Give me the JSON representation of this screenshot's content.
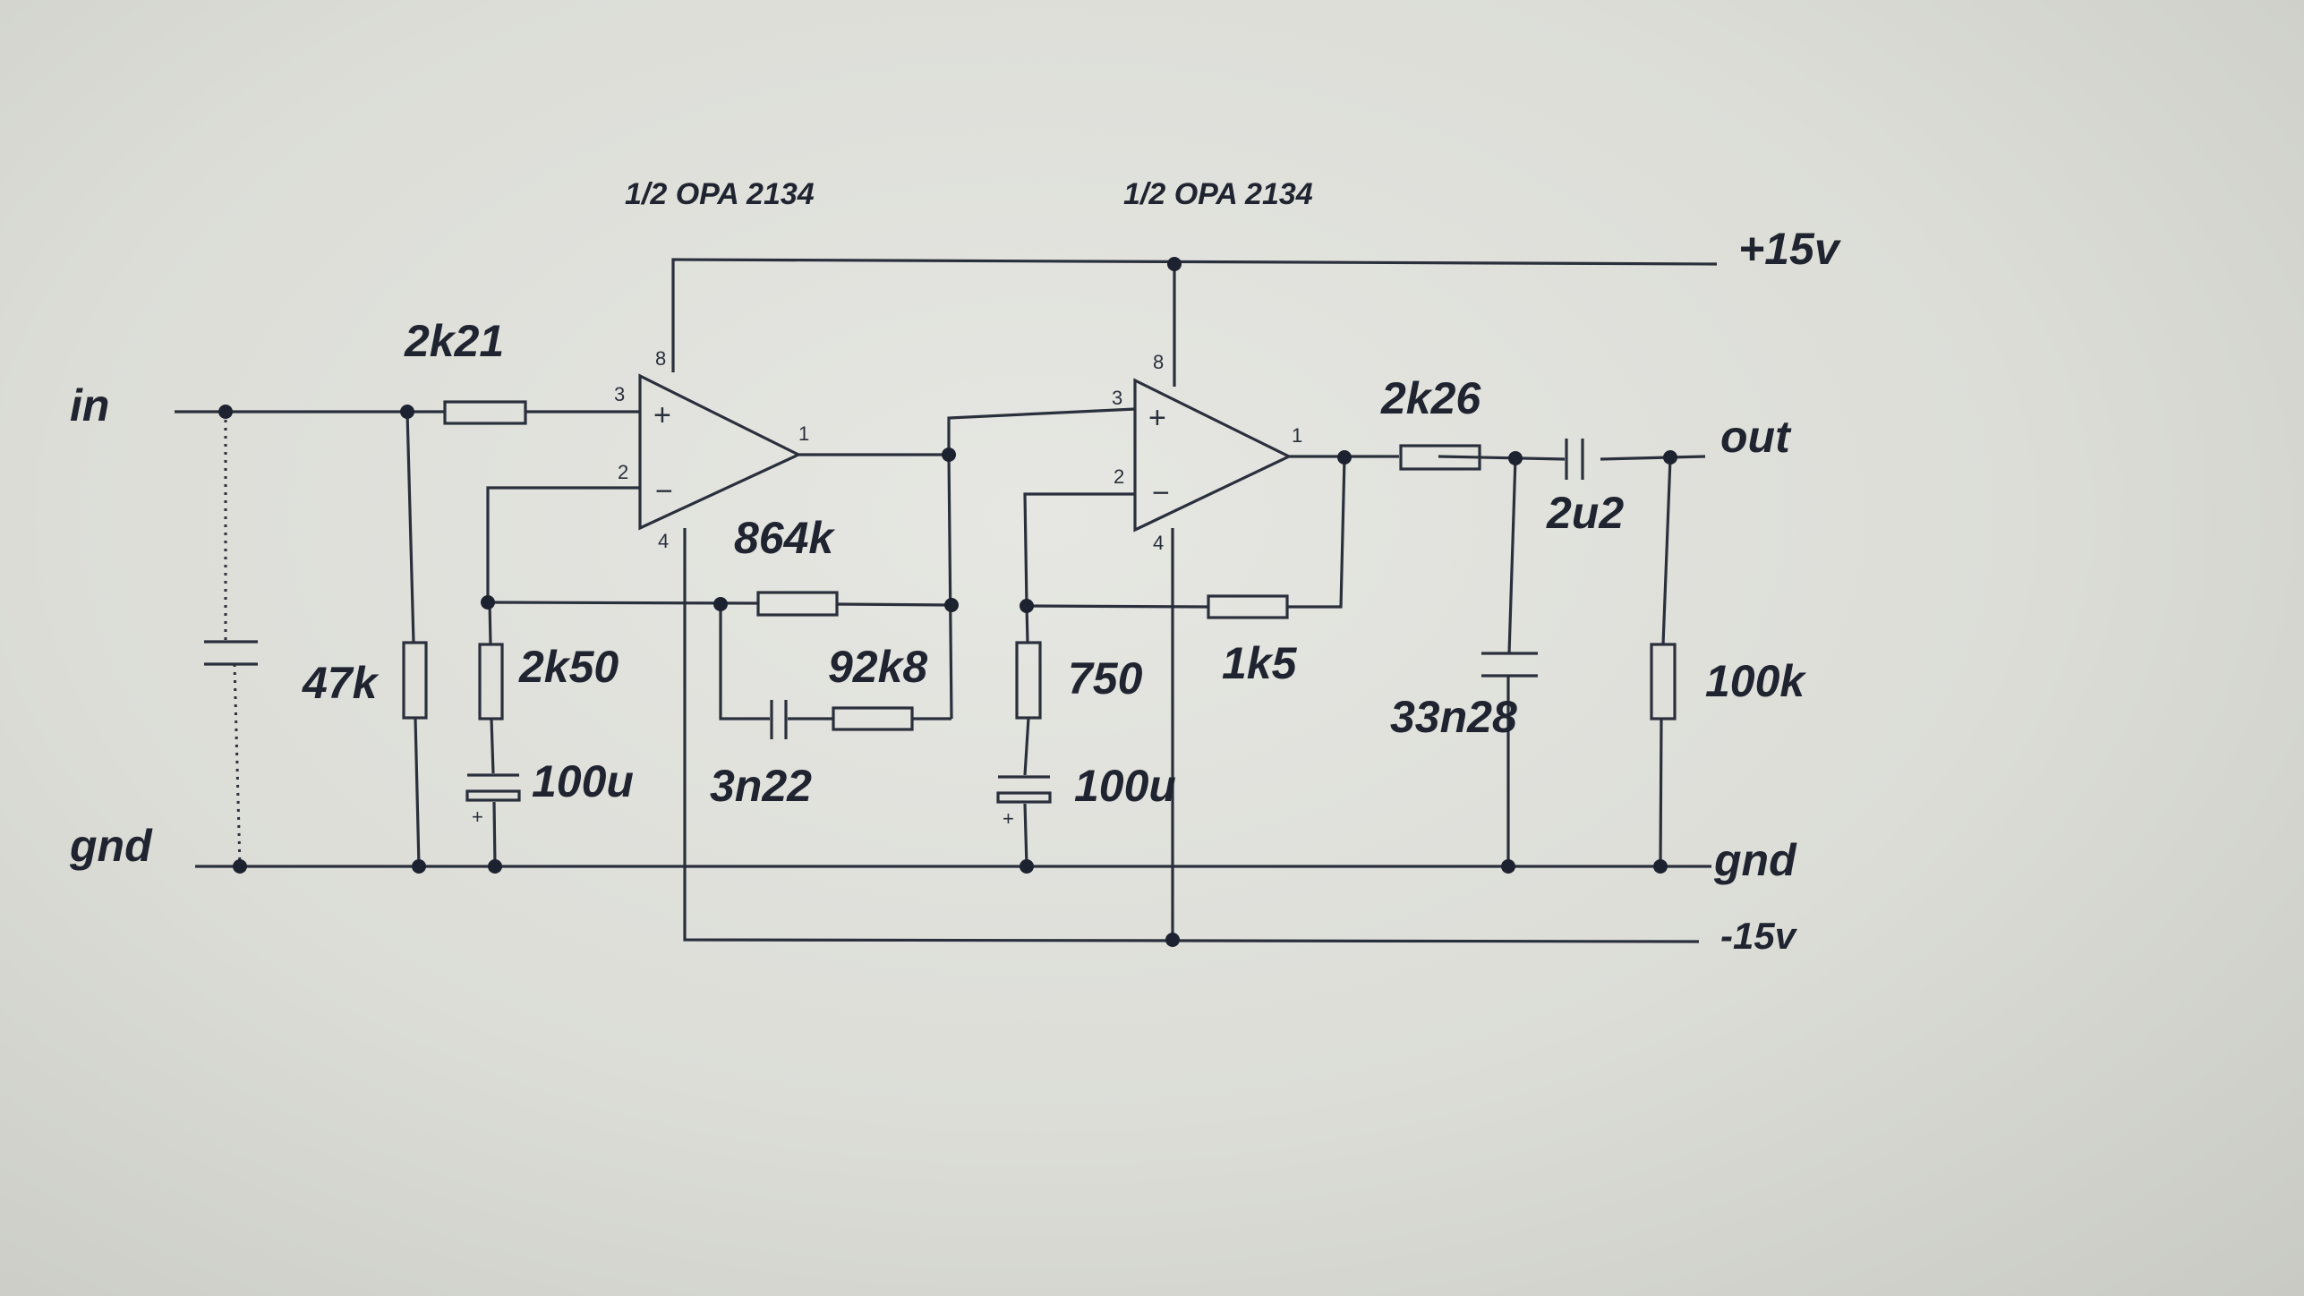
{
  "opamp1": {
    "title": "1/2 OPA 2134",
    "pins": [
      "8",
      "3",
      "2",
      "4",
      "1"
    ],
    "plus": "+",
    "minus": "−"
  },
  "opamp2": {
    "title": "1/2 OPA 2134",
    "pins": [
      "8",
      "3",
      "2",
      "4",
      "1"
    ],
    "plus": "+",
    "minus": "−"
  },
  "rails": {
    "positive": "+15v",
    "negative": "-15v"
  },
  "terminals": {
    "in": "in",
    "out": "out",
    "gnd_left": "gnd",
    "gnd_right": "gnd"
  },
  "components": {
    "r_input": "2k21",
    "r_shunt": "47k",
    "r_fb1_ground": "2k50",
    "c_fb1_ground": "100u",
    "r_fb1": "864k",
    "r_fb1_series": "92k8",
    "c_fb1_series": "3n22",
    "r_fb2_ground": "750",
    "c_fb2_ground": "100u",
    "r_fb2": "1k5",
    "r_out": "2k26",
    "c_out_shunt": "33n28",
    "c_out_series": "2u2",
    "r_load": "100k"
  },
  "polarity_mark": "+"
}
